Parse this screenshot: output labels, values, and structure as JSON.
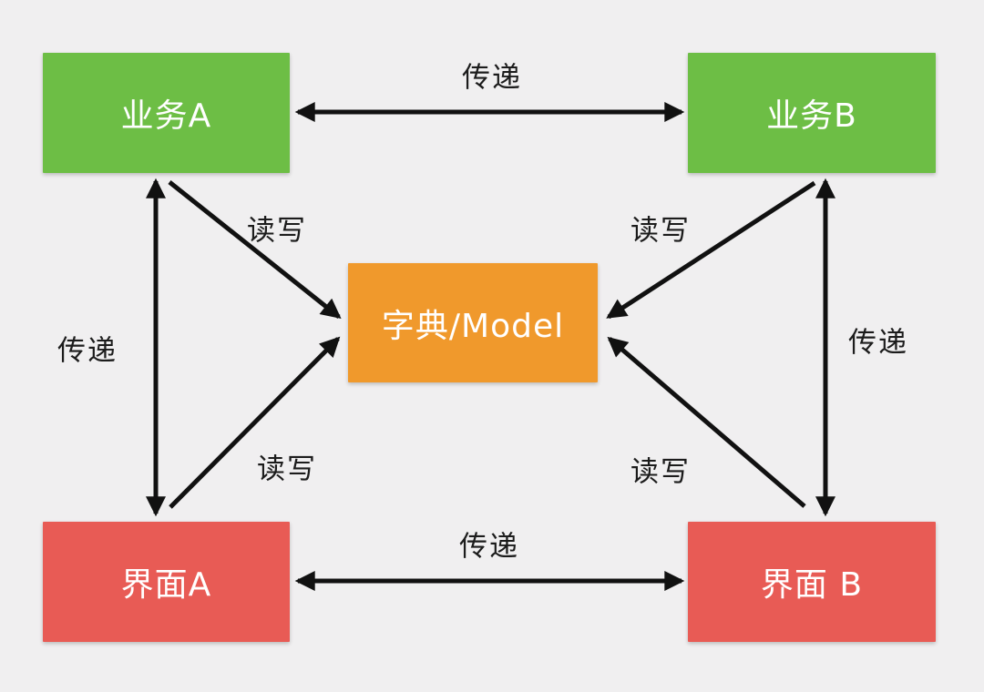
{
  "canvas": {
    "background_color": "#f0eff0",
    "arrow_color": "#111111"
  },
  "nodes": {
    "business_a": {
      "label": "业务A",
      "color": "#6dbe45",
      "text_color": "#ffffff"
    },
    "business_b": {
      "label": "业务B",
      "color": "#6dbe45",
      "text_color": "#ffffff"
    },
    "model": {
      "label": "字典/Model",
      "color": "#f0992c",
      "text_color": "#ffffff"
    },
    "ui_a": {
      "label": "界面A",
      "color": "#e85b55",
      "text_color": "#ffffff"
    },
    "ui_b": {
      "label": "界面 B",
      "color": "#e85b55",
      "text_color": "#ffffff"
    }
  },
  "edges": {
    "business_a_business_b": {
      "label": "传递",
      "arrows": "both-ends"
    },
    "business_a_ui_a": {
      "label": "传递",
      "arrows": "both-ends"
    },
    "business_b_ui_b": {
      "label": "传递",
      "arrows": "both-ends"
    },
    "ui_a_ui_b": {
      "label": "传递",
      "arrows": "both-ends"
    },
    "business_a_model": {
      "label": "读写",
      "arrows": "into-model"
    },
    "business_b_model": {
      "label": "读写",
      "arrows": "into-model"
    },
    "ui_a_model": {
      "label": "读写",
      "arrows": "into-model"
    },
    "ui_b_model": {
      "label": "读写",
      "arrows": "into-model"
    }
  }
}
